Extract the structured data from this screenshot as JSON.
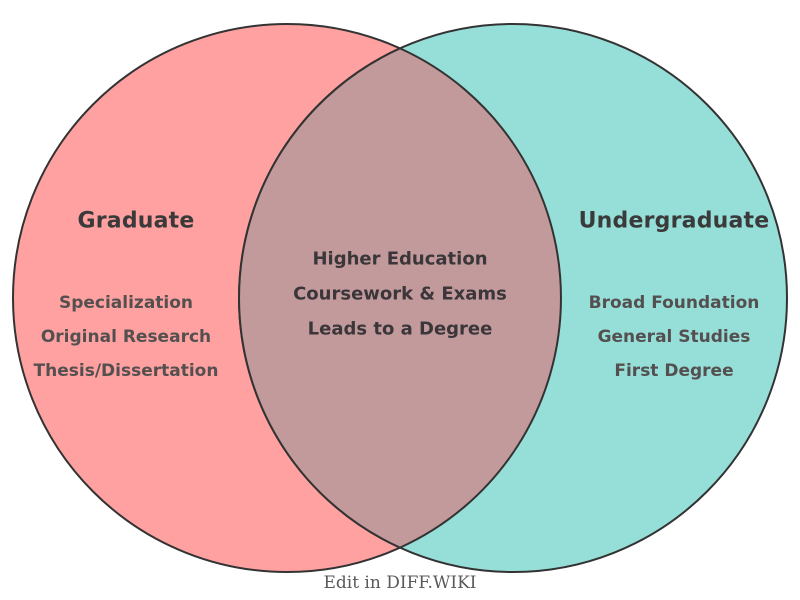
{
  "diagram": {
    "left_circle": {
      "title": "Graduate",
      "items": [
        "Specialization",
        "Original Research",
        "Thesis/Dissertation"
      ],
      "fill": "#ffa1a1"
    },
    "right_circle": {
      "title": "Undergraduate",
      "items": [
        "Broad Foundation",
        "General Studies",
        "First Degree"
      ],
      "fill": "#96ded8"
    },
    "overlap": {
      "items": [
        "Higher Education",
        "Coursework & Exams",
        "Leads to a Degree"
      ],
      "fill": "#c29a9b"
    },
    "outline_color": "#333333",
    "title_text_color": "#3a3a3a",
    "item_text_color": "#555050"
  },
  "footer": {
    "caption": "Edit in DIFF.WIKI",
    "caption_color": "#595959"
  }
}
